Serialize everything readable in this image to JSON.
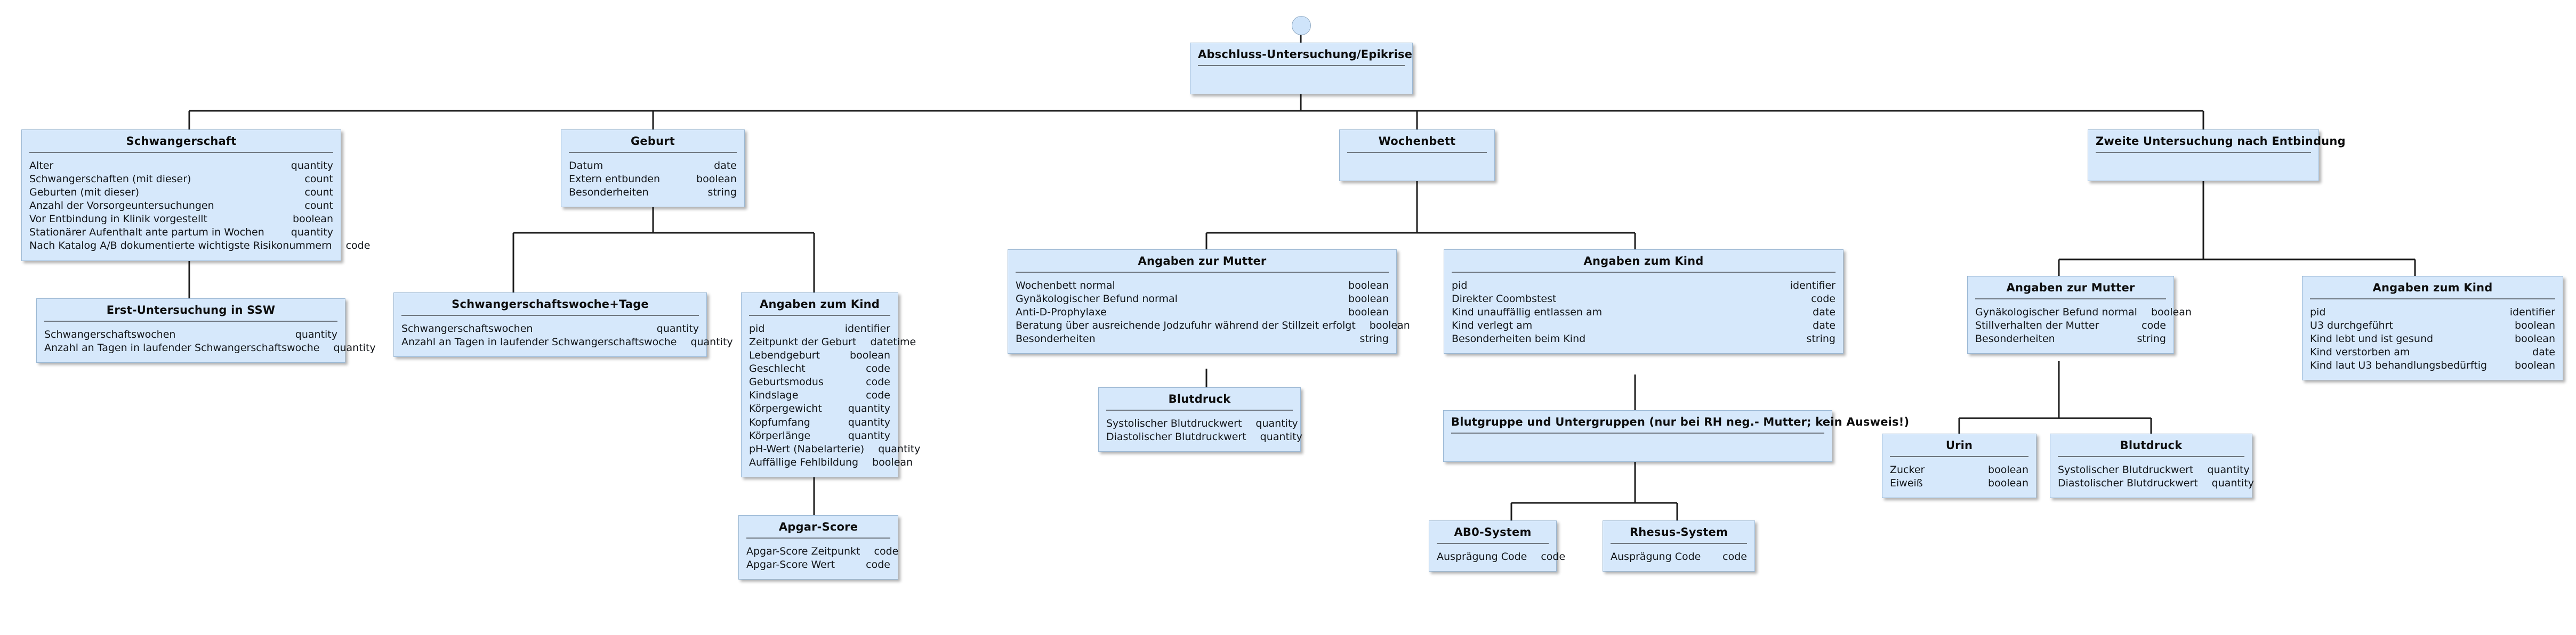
{
  "diagram": {
    "title": "Abschluss-Untersuchung/Epikrise",
    "accent": "#d6e8fb",
    "border": "#9bb8d4",
    "rule": "#6f7780",
    "nodes": [
      {
        "id": "root",
        "title": "Abschluss-Untersuchung/Epikrise",
        "attrs": []
      },
      {
        "id": "schwangerschaft",
        "title": "Schwangerschaft",
        "attrs": [
          {
            "name": "Alter",
            "type": "quantity"
          },
          {
            "name": "Schwangerschaften (mit dieser)",
            "type": "count"
          },
          {
            "name": "Geburten (mit dieser)",
            "type": "count"
          },
          {
            "name": "Anzahl der Vorsorgeuntersuchungen",
            "type": "count"
          },
          {
            "name": "Vor Entbindung in Klinik vorgestellt",
            "type": "boolean"
          },
          {
            "name": "Stationärer Aufenthalt ante partum in Wochen",
            "type": "quantity"
          },
          {
            "name": "Nach Katalog A/B dokumentierte wichtigste Risikonummern",
            "type": "code"
          }
        ]
      },
      {
        "id": "erst-untersuchung",
        "title": "Erst-Untersuchung in SSW",
        "attrs": [
          {
            "name": "Schwangerschaftswochen",
            "type": "quantity"
          },
          {
            "name": "Anzahl an Tagen in laufender Schwangerschaftswoche",
            "type": "quantity"
          }
        ]
      },
      {
        "id": "geburt",
        "title": "Geburt",
        "attrs": [
          {
            "name": "Datum",
            "type": "date"
          },
          {
            "name": "Extern entbunden",
            "type": "boolean"
          },
          {
            "name": "Besonderheiten",
            "type": "string"
          }
        ]
      },
      {
        "id": "ssw-tage",
        "title": "Schwangerschaftswoche+Tage",
        "attrs": [
          {
            "name": "Schwangerschaftswochen",
            "type": "quantity"
          },
          {
            "name": "Anzahl an Tagen in laufender Schwangerschaftswoche",
            "type": "quantity"
          }
        ]
      },
      {
        "id": "kind-geburt",
        "title": "Angaben zum Kind",
        "attrs": [
          {
            "name": "pid",
            "type": "identifier"
          },
          {
            "name": "Zeitpunkt der Geburt",
            "type": "datetime"
          },
          {
            "name": "Lebendgeburt",
            "type": "boolean"
          },
          {
            "name": "Geschlecht",
            "type": "code"
          },
          {
            "name": "Geburtsmodus",
            "type": "code"
          },
          {
            "name": "Kindslage",
            "type": "code"
          },
          {
            "name": "Körpergewicht",
            "type": "quantity"
          },
          {
            "name": "Kopfumfang",
            "type": "quantity"
          },
          {
            "name": "Körperlänge",
            "type": "quantity"
          },
          {
            "name": "pH-Wert (Nabelarterie)",
            "type": "quantity"
          },
          {
            "name": "Auffällige Fehlbildung",
            "type": "boolean"
          }
        ]
      },
      {
        "id": "apgar",
        "title": "Apgar-Score",
        "attrs": [
          {
            "name": "Apgar-Score Zeitpunkt",
            "type": "code"
          },
          {
            "name": "Apgar-Score Wert",
            "type": "code"
          }
        ]
      },
      {
        "id": "wochenbett",
        "title": "Wochenbett",
        "attrs": []
      },
      {
        "id": "wb-mutter",
        "title": "Angaben zur Mutter",
        "attrs": [
          {
            "name": "Wochenbett normal",
            "type": "boolean"
          },
          {
            "name": "Gynäkologischer Befund normal",
            "type": "boolean"
          },
          {
            "name": "Anti-D-Prophylaxe",
            "type": "boolean"
          },
          {
            "name": "Beratung über ausreichende Jodzufuhr während der Stillzeit erfolgt",
            "type": "boolean"
          },
          {
            "name": "Besonderheiten",
            "type": "string"
          }
        ]
      },
      {
        "id": "wb-blutdruck",
        "title": "Blutdruck",
        "attrs": [
          {
            "name": "Systolischer Blutdruckwert",
            "type": "quantity"
          },
          {
            "name": "Diastolischer Blutdruckwert",
            "type": "quantity"
          }
        ]
      },
      {
        "id": "wb-kind",
        "title": "Angaben zum Kind",
        "attrs": [
          {
            "name": "pid",
            "type": "identifier"
          },
          {
            "name": "Direkter Coombstest",
            "type": "code"
          },
          {
            "name": "Kind unauffällig entlassen am",
            "type": "date"
          },
          {
            "name": "Kind verlegt am",
            "type": "date"
          },
          {
            "name": "Besonderheiten beim Kind",
            "type": "string"
          }
        ]
      },
      {
        "id": "blutgruppe",
        "title": "Blutgruppe und Untergruppen (nur bei RH neg.- Mutter; kein Ausweis!)",
        "attrs": []
      },
      {
        "id": "abo",
        "title": "AB0-System",
        "attrs": [
          {
            "name": "Ausprägung Code",
            "type": "code"
          }
        ]
      },
      {
        "id": "rhesus",
        "title": "Rhesus-System",
        "attrs": [
          {
            "name": "Ausprägung Code",
            "type": "code"
          }
        ]
      },
      {
        "id": "zweite-untersuchung",
        "title": "Zweite Untersuchung nach Entbindung",
        "attrs": []
      },
      {
        "id": "zu-mutter",
        "title": "Angaben zur Mutter",
        "attrs": [
          {
            "name": "Gynäkologischer Befund normal",
            "type": "boolean"
          },
          {
            "name": "Stillverhalten der Mutter",
            "type": "code"
          },
          {
            "name": "Besonderheiten",
            "type": "string"
          }
        ]
      },
      {
        "id": "zu-urin",
        "title": "Urin",
        "attrs": [
          {
            "name": "Zucker",
            "type": "boolean"
          },
          {
            "name": "Eiweiß",
            "type": "boolean"
          }
        ]
      },
      {
        "id": "zu-blutdruck",
        "title": "Blutdruck",
        "attrs": [
          {
            "name": "Systolischer Blutdruckwert",
            "type": "quantity"
          },
          {
            "name": "Diastolischer Blutdruckwert",
            "type": "quantity"
          }
        ]
      },
      {
        "id": "zu-kind",
        "title": "Angaben zum Kind",
        "attrs": [
          {
            "name": "pid",
            "type": "identifier"
          },
          {
            "name": "U3 durchgeführt",
            "type": "boolean"
          },
          {
            "name": "Kind lebt und ist gesund",
            "type": "boolean"
          },
          {
            "name": "Kind verstorben am",
            "type": "date"
          },
          {
            "name": "Kind laut U3 behandlungsbedürftig",
            "type": "boolean"
          }
        ]
      }
    ]
  }
}
